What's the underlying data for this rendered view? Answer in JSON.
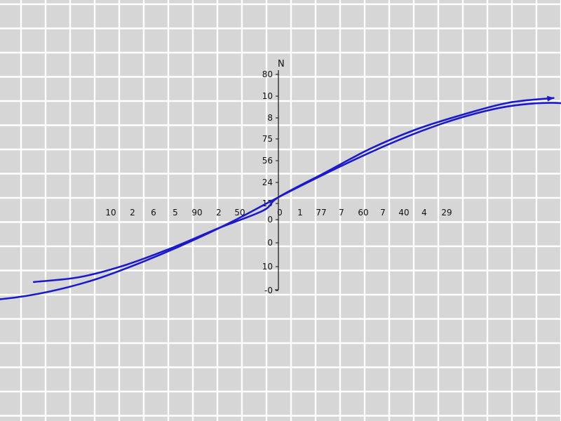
{
  "chart_data": {
    "type": "line",
    "ylabel": "N",
    "grid": true,
    "colors": {
      "background": "#d6d6d6",
      "grid": "#ffffff",
      "axis": "#111111",
      "series": "#1a1acc"
    },
    "x_ticks_left": [
      "10",
      "2",
      "6",
      "5",
      "90",
      "2",
      "50"
    ],
    "x_ticks_right": [
      "0",
      "1",
      "77",
      "7",
      "60",
      "7",
      "40",
      "4",
      "29"
    ],
    "y_ticks": [
      "80",
      "10",
      "8",
      "75",
      "56",
      "24",
      "15",
      "0",
      "0",
      "10",
      "-0"
    ],
    "x_range": [
      -9,
      10
    ],
    "y_range": [
      -4,
      7
    ],
    "series": [
      {
        "x": [
          -8,
          -6.5,
          -5,
          -3.5,
          -2,
          -0.5,
          0,
          1.5,
          3,
          4.5,
          6,
          7.5,
          9
        ],
        "y": [
          -3.3,
          -3.1,
          -2.6,
          -1.9,
          -1.1,
          -0.35,
          0.2,
          1.2,
          2.2,
          3.0,
          3.6,
          4.1,
          4.3
        ],
        "arrow_end": true
      },
      {
        "x": [
          -10.5,
          -9,
          -7.5,
          -6,
          -4.5,
          -3,
          -1.5,
          0,
          1.5,
          3,
          4.5,
          6,
          7.5,
          9,
          10.5
        ],
        "y": [
          -4.1,
          -4.0,
          -3.7,
          -3.2,
          -2.5,
          -1.7,
          -0.8,
          0.2,
          1.15,
          2.05,
          2.85,
          3.5,
          3.95,
          4.1,
          3.9
        ],
        "arrow_end": true
      }
    ]
  }
}
